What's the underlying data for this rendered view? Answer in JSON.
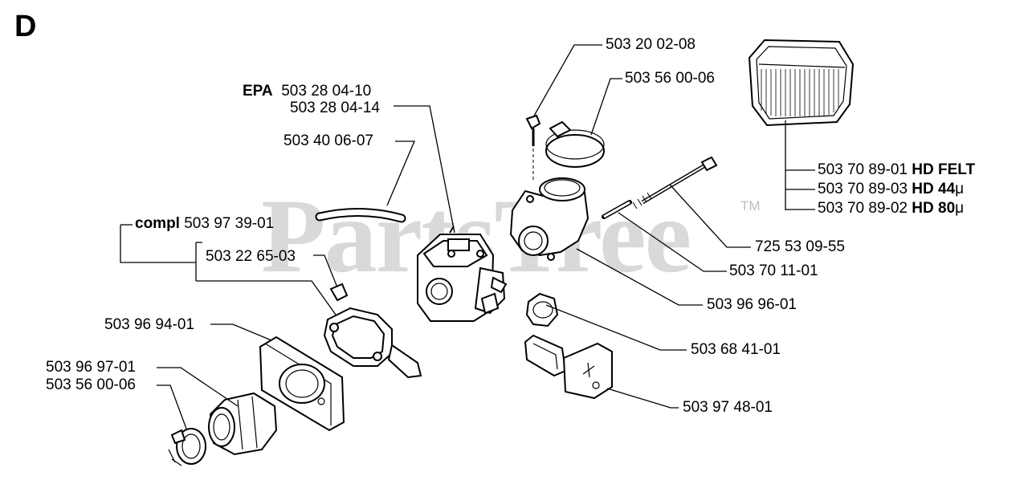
{
  "section_letter": "D",
  "watermark": {
    "text": "PartsTree",
    "trademark": "TM"
  },
  "parts": {
    "screw_top": "503 20 02-08",
    "clamp_top": "503 56 00-06",
    "carb_epa_tag": "EPA",
    "carb_epa": "503 28 04-10",
    "carb": "503 28 04-14",
    "fuel_hose": "503 40 06-07",
    "compl_tag": "compl",
    "compl": "503 97 39-01",
    "gasket_kit": "503 22 65-03",
    "intake_plate": "503 96 94-01",
    "intake_boot": "503 96 97-01",
    "clamp_bottom": "503 56 00-06",
    "filter_1": "503 70 89-01",
    "filter_1_tag": "HD FELT",
    "filter_2": "503 70 89-03",
    "filter_2_tag": "HD 44",
    "filter_2_unit": "μ",
    "filter_3": "503 70 89-02",
    "filter_3_tag": "HD 80",
    "filter_3_unit": "μ",
    "bolt": "725 53 09-55",
    "sleeve": "503 70 11-01",
    "adapter": "503 96 96-01",
    "choke_knob": "503 68 41-01",
    "choke_control": "503 97 48-01"
  }
}
